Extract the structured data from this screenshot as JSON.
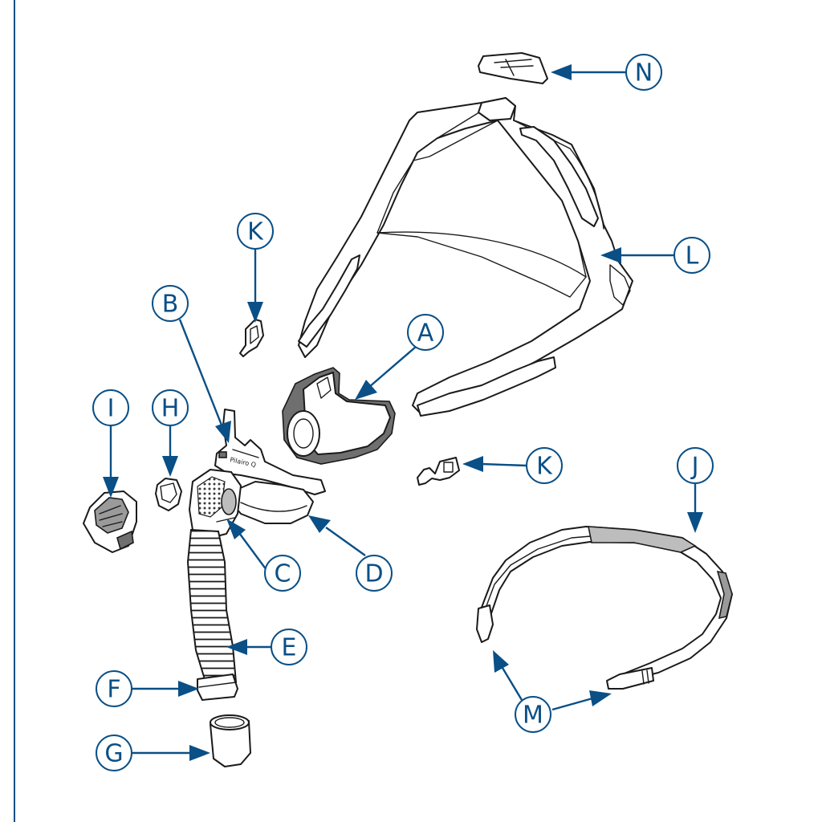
{
  "colors": {
    "accent": "#0a4f86",
    "frame_line": "#0a4f86",
    "outline": "#1a1a1a"
  },
  "brand_mark": "Pilairo Q",
  "labels": {
    "A": "A",
    "B": "B",
    "C": "C",
    "D": "D",
    "E": "E",
    "F": "F",
    "G": "G",
    "H": "H",
    "I": "I",
    "J": "J",
    "K": "K",
    "L": "L",
    "M": "M",
    "N": "N"
  }
}
